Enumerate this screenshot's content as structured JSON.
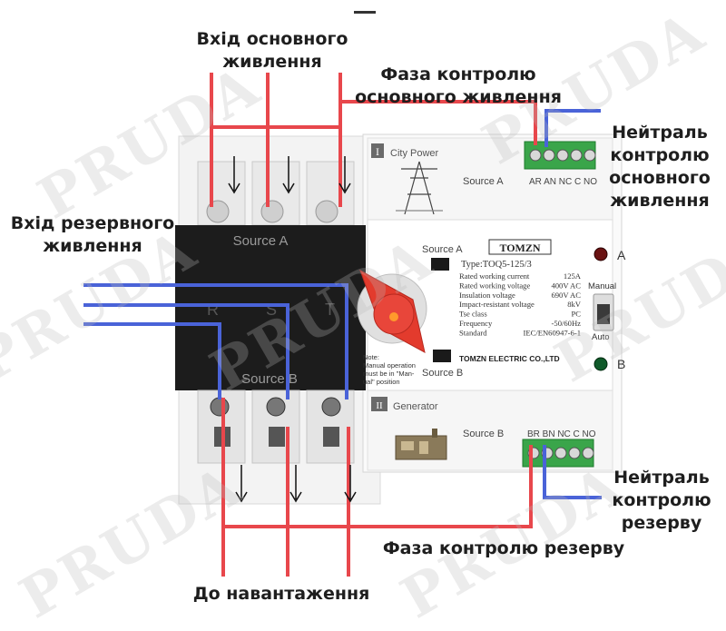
{
  "watermark": "PRUDA",
  "labels": {
    "main_input": [
      "Вхід основного",
      "живлення"
    ],
    "main_phase_control": [
      "Фаза контролю",
      "основного живлення"
    ],
    "main_neutral_control": [
      "Нейтраль",
      "контролю",
      "основного",
      "живлення"
    ],
    "backup_input": [
      "Вхід резервного",
      "живлення"
    ],
    "backup_neutral_control": [
      "Нейтраль",
      "контролю",
      "резерву"
    ],
    "backup_phase_control": "Фаза контролю резерву",
    "to_load": "До навантаження"
  },
  "device": {
    "source_a": "Source A",
    "source_b": "Source B",
    "phase_r": "R",
    "phase_s": "S",
    "phase_t": "T",
    "city_power": "City Power",
    "generator": "Generator",
    "roman_1": "I",
    "roman_2": "II",
    "brand": "TOMZN",
    "type": "Type:TOQ5-125/3",
    "specs": [
      [
        "Rated working current",
        "125A"
      ],
      [
        "Rated working voltage",
        "400V AC"
      ],
      [
        "Insulation voltage",
        "690V AC"
      ],
      [
        "Impact-resistant voltage",
        "8kV"
      ],
      [
        "Tse class",
        "PC"
      ],
      [
        "Frequency",
        "-50/60Hz"
      ],
      [
        "Standard",
        "IEC/EN60947-6-1"
      ]
    ],
    "manufacturer": "TOMZN ELECTRIC CO.,LTD",
    "indicator_a": "A",
    "indicator_b": "B",
    "mode_manual": "Manual",
    "mode_auto": "Auto",
    "terminals_a": "AR AN NC C NO",
    "terminals_b": "BR BN NC C NO",
    "note": [
      "Note:",
      "Manual operation",
      "must be in \"Man-",
      "ual\" position"
    ]
  },
  "colors": {
    "wire_phase": "#e8474c",
    "wire_neutral": "#4a63d8"
  }
}
